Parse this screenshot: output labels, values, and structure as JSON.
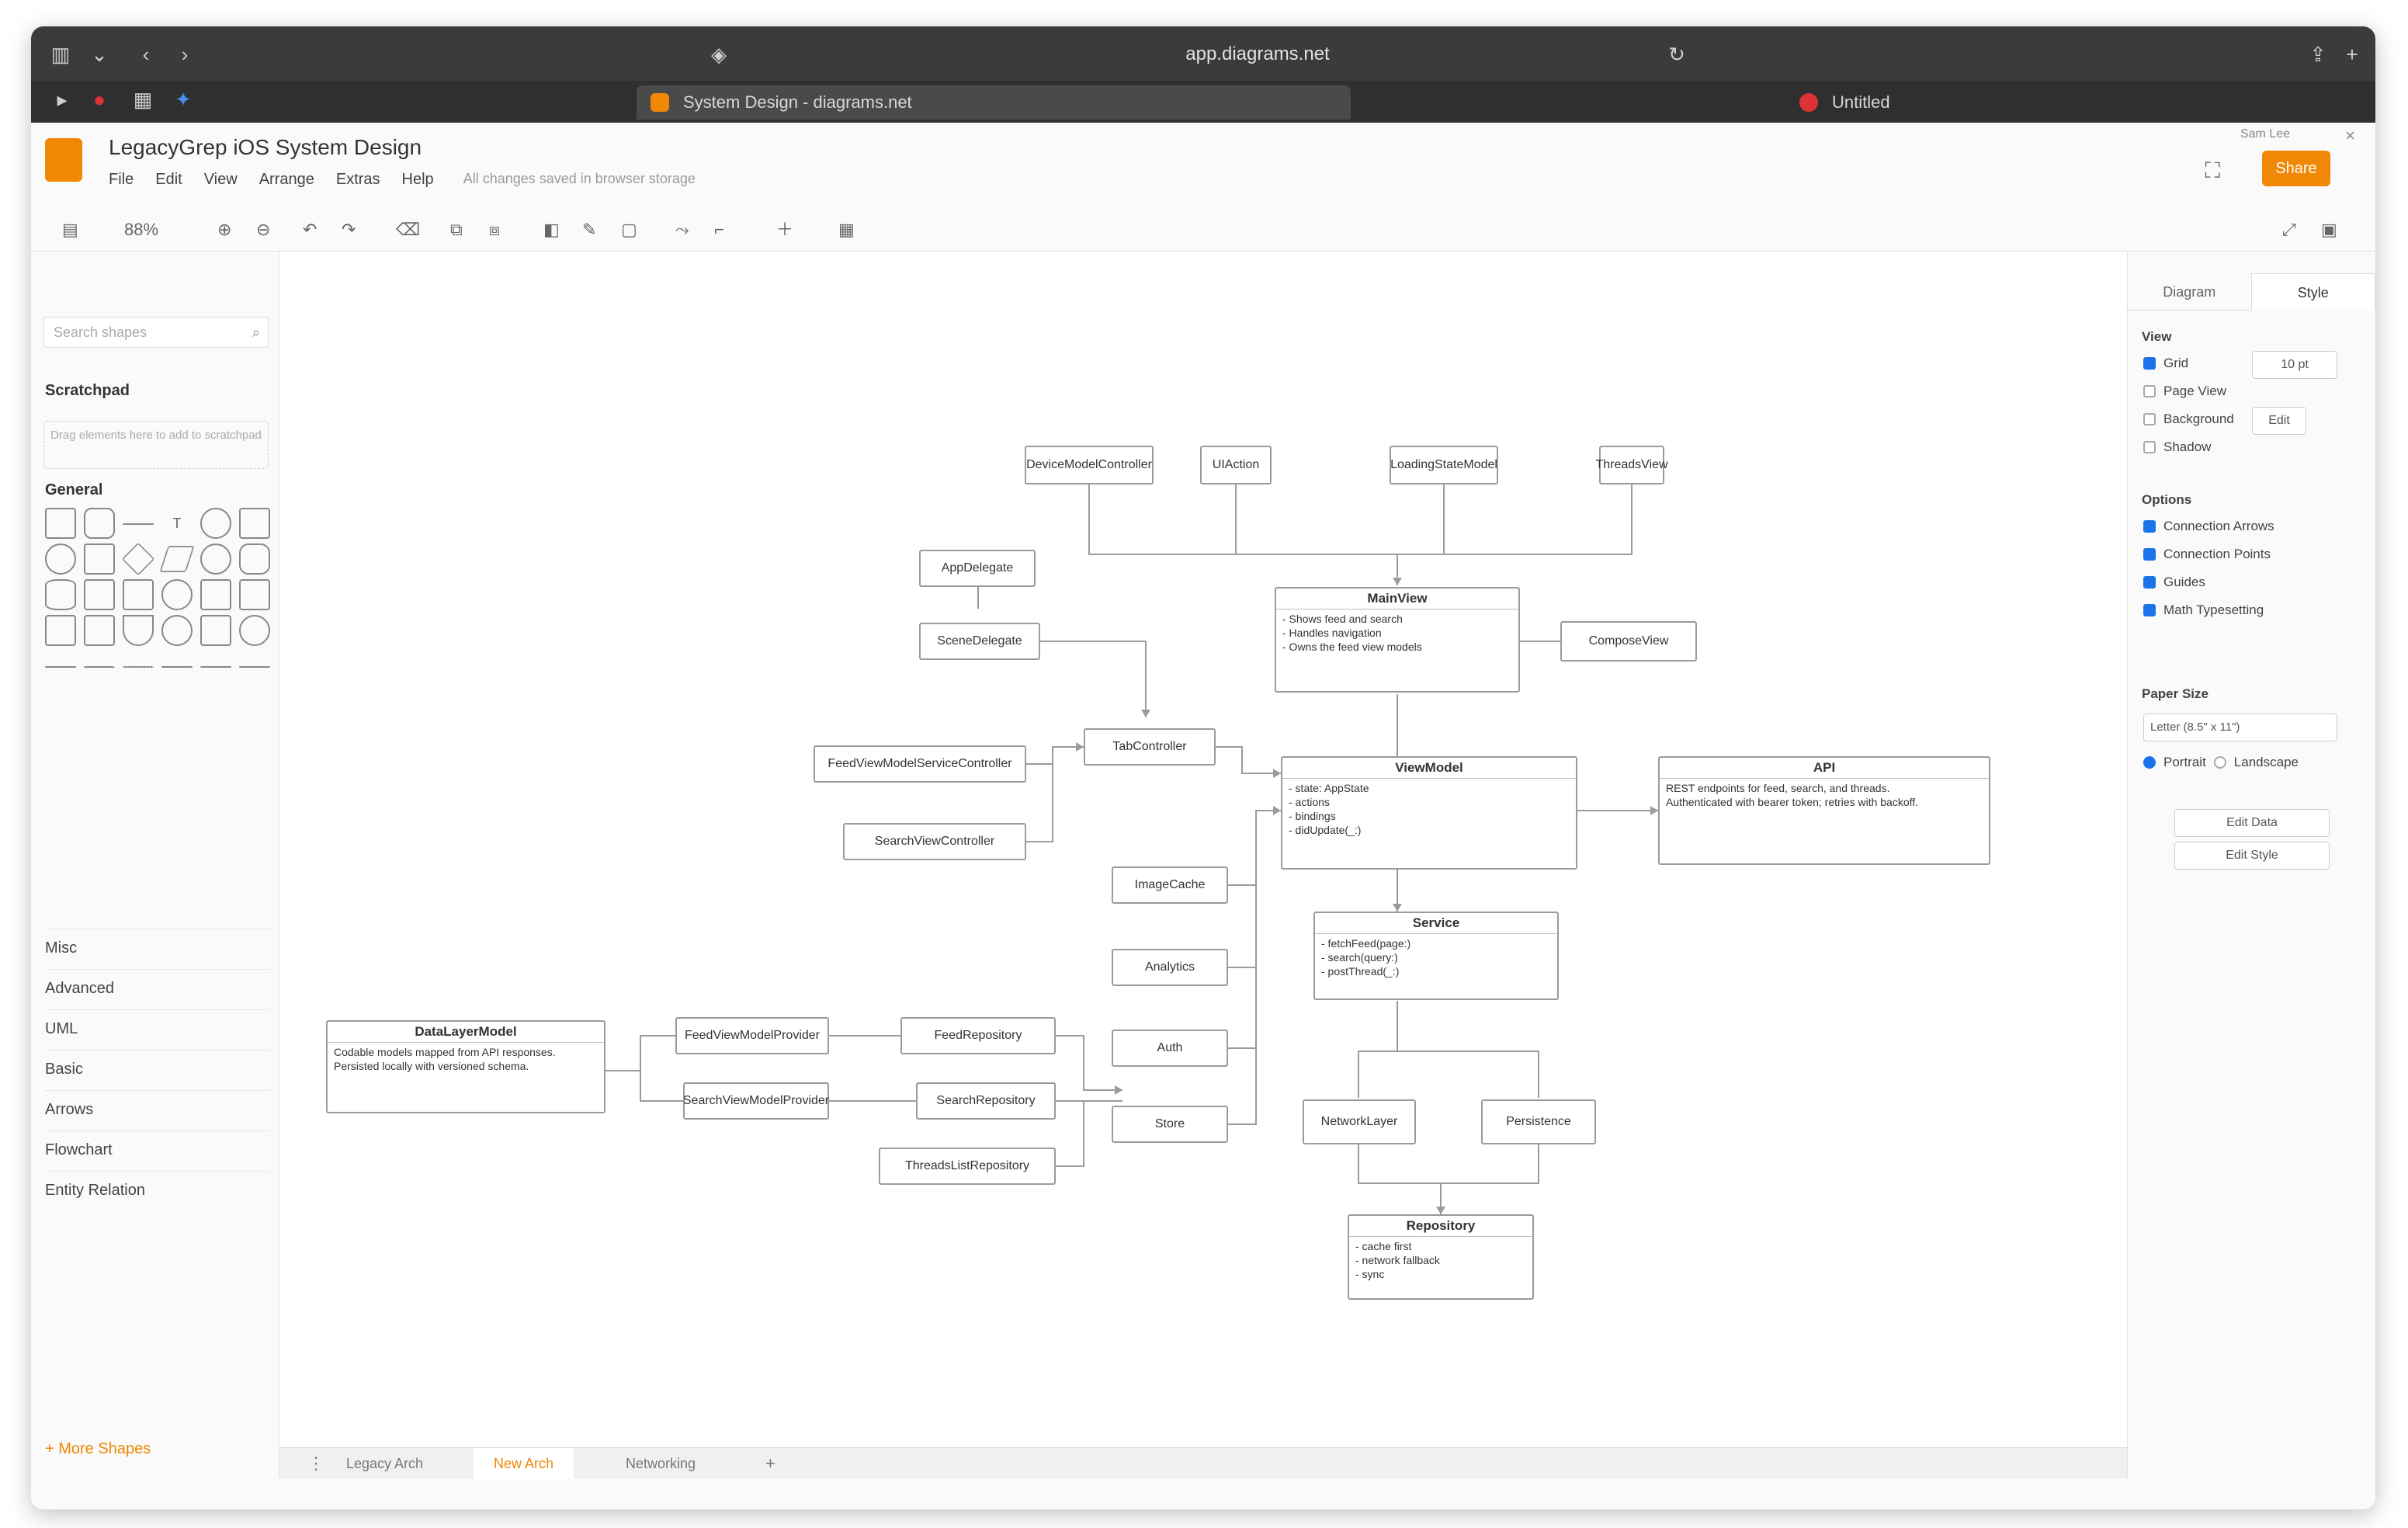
{
  "browser": {
    "url": "app.diagrams.net",
    "tabs": [
      {
        "label": "System Design - diagrams.net"
      },
      {
        "label": "Untitled"
      }
    ]
  },
  "app": {
    "document_title": "LegacyGrep iOS System Design",
    "menus": [
      "File",
      "Edit",
      "View",
      "Arrange",
      "Extras",
      "Help"
    ],
    "save_note": "All changes saved in browser storage",
    "share_label": "Share",
    "user_name": "Sam Lee",
    "zoom": "88%"
  },
  "sidebar": {
    "search_placeholder": "Search shapes",
    "scratchpad_title": "Scratchpad",
    "scratchpad_hint": "Drag elements here to add to scratchpad",
    "general_title": "General",
    "libraries": [
      "Misc",
      "Advanced",
      "UML",
      "Basic",
      "Arrows",
      "Flowchart",
      "Entity Relation"
    ],
    "more_shapes": "+ More Shapes"
  },
  "diagram": {
    "top_boxes": [
      "DeviceModelController",
      "UIAction",
      "LoadingStateModel",
      "ThreadsView"
    ],
    "left_boxes": [
      "AppDelegate",
      "SceneDelegate"
    ],
    "tab_controller": "TabController",
    "mid_left": [
      "FeedViewModelServiceController",
      "SearchViewController"
    ],
    "stack": [
      "ImageCache",
      "Analytics",
      "Auth",
      "Store"
    ],
    "compose_view": "ComposeView",
    "main_view": {
      "title": "MainView",
      "body": "- Shows feed and search\n- Handles navigation\n- Owns the feed view models"
    },
    "view_model": {
      "title": "ViewModel",
      "body": "- state: AppState\n- actions\n- bindings\n- didUpdate(_:)"
    },
    "api": {
      "title": "API",
      "body": "REST endpoints for feed, search, and threads.\nAuthenticated with bearer token; retries with backoff."
    },
    "service": {
      "title": "Service",
      "body": "- fetchFeed(page:)\n- search(query:)\n- postThread(_:)"
    },
    "network_layer": "NetworkLayer",
    "persistence": "Persistence",
    "repository": {
      "title": "Repository",
      "body": "- cache first\n- network fallback\n- sync"
    },
    "left_detail": {
      "title": "DataLayerModel",
      "body": "Codable models mapped from API responses.\nPersisted locally with versioned schema."
    },
    "chain_a": [
      "FeedViewModelProvider",
      "SearchViewModelProvider"
    ],
    "chain_b": [
      "FeedRepository",
      "SearchRepository"
    ],
    "chain_c": "ThreadsListRepository"
  },
  "page_tabs": [
    "Legacy Arch",
    "New Arch",
    "Networking"
  ],
  "right_panel": {
    "tabs": [
      "Diagram",
      "Style"
    ],
    "view_title": "View",
    "view_options": [
      {
        "label": "Grid",
        "checked": true
      },
      {
        "label": "Page View",
        "checked": false
      },
      {
        "label": "Background",
        "checked": false
      },
      {
        "label": "Shadow",
        "checked": false
      }
    ],
    "grid_size": "10 pt",
    "edit_label": "Edit",
    "options_title": "Options",
    "options": [
      {
        "label": "Connection Arrows",
        "checked": true
      },
      {
        "label": "Connection Points",
        "checked": true
      },
      {
        "label": "Guides",
        "checked": true
      },
      {
        "label": "Math Typesetting",
        "checked": true
      }
    ],
    "paper_title": "Paper Size",
    "paper_value": "Letter (8.5\" x 11\")",
    "orientation": [
      "Portrait",
      "Landscape"
    ],
    "edit_data": "Edit Data",
    "edit_style": "Edit Style"
  },
  "colors": {
    "accent": "#f08705",
    "chrome": "#3b3b3b",
    "check": "#1a73e8"
  }
}
